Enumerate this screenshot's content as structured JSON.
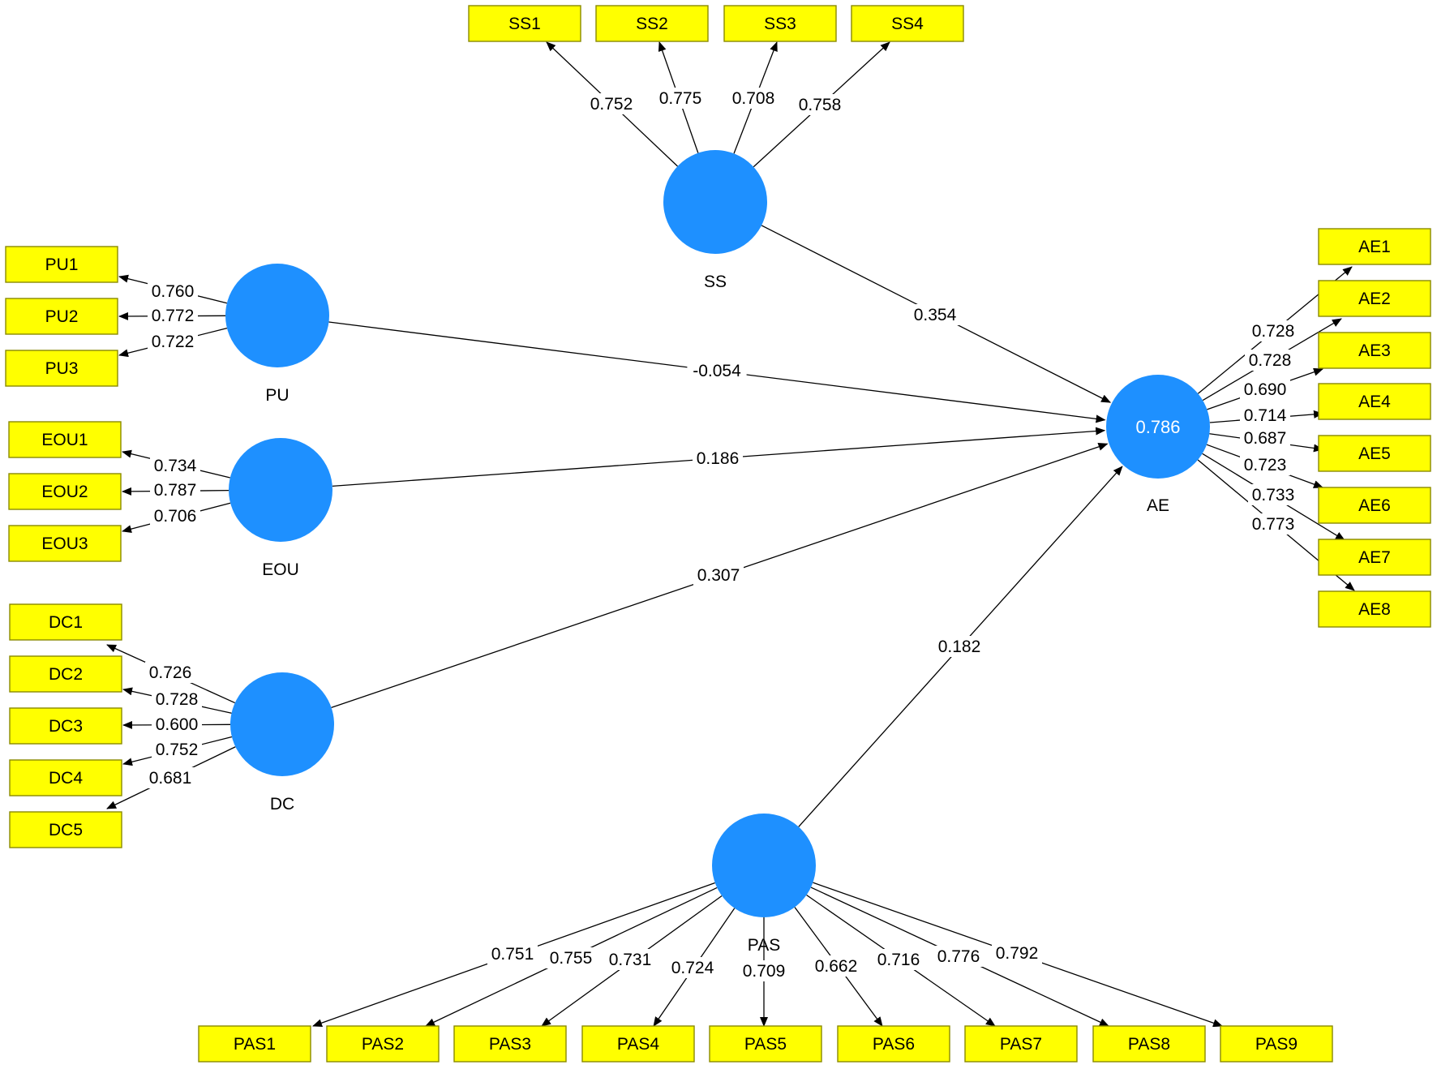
{
  "colors": {
    "construct_fill": "#1e90ff",
    "indicator_fill": "#ffff00",
    "indicator_border": "#8a8a00",
    "edge": "#000000"
  },
  "constructs": [
    {
      "id": "SS",
      "label": "SS",
      "value": ""
    },
    {
      "id": "PU",
      "label": "PU",
      "value": ""
    },
    {
      "id": "EOU",
      "label": "EOU",
      "value": ""
    },
    {
      "id": "DC",
      "label": "DC",
      "value": ""
    },
    {
      "id": "AE",
      "label": "AE",
      "value": "0.786"
    },
    {
      "id": "PAS",
      "label": "PAS",
      "value": ""
    }
  ],
  "indicators": [
    {
      "id": "SS1",
      "label": "SS1",
      "construct": "SS"
    },
    {
      "id": "SS2",
      "label": "SS2",
      "construct": "SS"
    },
    {
      "id": "SS3",
      "label": "SS3",
      "construct": "SS"
    },
    {
      "id": "SS4",
      "label": "SS4",
      "construct": "SS"
    },
    {
      "id": "PU1",
      "label": "PU1",
      "construct": "PU"
    },
    {
      "id": "PU2",
      "label": "PU2",
      "construct": "PU"
    },
    {
      "id": "PU3",
      "label": "PU3",
      "construct": "PU"
    },
    {
      "id": "EOU1",
      "label": "EOU1",
      "construct": "EOU"
    },
    {
      "id": "EOU2",
      "label": "EOU2",
      "construct": "EOU"
    },
    {
      "id": "EOU3",
      "label": "EOU3",
      "construct": "EOU"
    },
    {
      "id": "DC1",
      "label": "DC1",
      "construct": "DC"
    },
    {
      "id": "DC2",
      "label": "DC2",
      "construct": "DC"
    },
    {
      "id": "DC3",
      "label": "DC3",
      "construct": "DC"
    },
    {
      "id": "DC4",
      "label": "DC4",
      "construct": "DC"
    },
    {
      "id": "DC5",
      "label": "DC5",
      "construct": "DC"
    },
    {
      "id": "AE1",
      "label": "AE1",
      "construct": "AE"
    },
    {
      "id": "AE2",
      "label": "AE2",
      "construct": "AE"
    },
    {
      "id": "AE3",
      "label": "AE3",
      "construct": "AE"
    },
    {
      "id": "AE4",
      "label": "AE4",
      "construct": "AE"
    },
    {
      "id": "AE5",
      "label": "AE5",
      "construct": "AE"
    },
    {
      "id": "AE6",
      "label": "AE6",
      "construct": "AE"
    },
    {
      "id": "AE7",
      "label": "AE7",
      "construct": "AE"
    },
    {
      "id": "AE8",
      "label": "AE8",
      "construct": "AE"
    },
    {
      "id": "PAS1",
      "label": "PAS1",
      "construct": "PAS"
    },
    {
      "id": "PAS2",
      "label": "PAS2",
      "construct": "PAS"
    },
    {
      "id": "PAS3",
      "label": "PAS3",
      "construct": "PAS"
    },
    {
      "id": "PAS4",
      "label": "PAS4",
      "construct": "PAS"
    },
    {
      "id": "PAS5",
      "label": "PAS5",
      "construct": "PAS"
    },
    {
      "id": "PAS6",
      "label": "PAS6",
      "construct": "PAS"
    },
    {
      "id": "PAS7",
      "label": "PAS7",
      "construct": "PAS"
    },
    {
      "id": "PAS8",
      "label": "PAS8",
      "construct": "PAS"
    },
    {
      "id": "PAS9",
      "label": "PAS9",
      "construct": "PAS"
    }
  ],
  "loadings": [
    {
      "from": "SS",
      "to": "SS1",
      "value": "0.752"
    },
    {
      "from": "SS",
      "to": "SS2",
      "value": "0.775"
    },
    {
      "from": "SS",
      "to": "SS3",
      "value": "0.708"
    },
    {
      "from": "SS",
      "to": "SS4",
      "value": "0.758"
    },
    {
      "from": "PU",
      "to": "PU1",
      "value": "0.760"
    },
    {
      "from": "PU",
      "to": "PU2",
      "value": "0.772"
    },
    {
      "from": "PU",
      "to": "PU3",
      "value": "0.722"
    },
    {
      "from": "EOU",
      "to": "EOU1",
      "value": "0.734"
    },
    {
      "from": "EOU",
      "to": "EOU2",
      "value": "0.787"
    },
    {
      "from": "EOU",
      "to": "EOU3",
      "value": "0.706"
    },
    {
      "from": "DC",
      "to": "DC1",
      "value": "0.726"
    },
    {
      "from": "DC",
      "to": "DC2",
      "value": "0.728"
    },
    {
      "from": "DC",
      "to": "DC3",
      "value": "0.600"
    },
    {
      "from": "DC",
      "to": "DC4",
      "value": "0.752"
    },
    {
      "from": "DC",
      "to": "DC5",
      "value": "0.681"
    },
    {
      "from": "AE",
      "to": "AE1",
      "value": "0.728"
    },
    {
      "from": "AE",
      "to": "AE2",
      "value": "0.728"
    },
    {
      "from": "AE",
      "to": "AE3",
      "value": "0.690"
    },
    {
      "from": "AE",
      "to": "AE4",
      "value": "0.714"
    },
    {
      "from": "AE",
      "to": "AE5",
      "value": "0.687"
    },
    {
      "from": "AE",
      "to": "AE6",
      "value": "0.723"
    },
    {
      "from": "AE",
      "to": "AE7",
      "value": "0.733"
    },
    {
      "from": "AE",
      "to": "AE8",
      "value": "0.773"
    },
    {
      "from": "PAS",
      "to": "PAS1",
      "value": "0.751"
    },
    {
      "from": "PAS",
      "to": "PAS2",
      "value": "0.755"
    },
    {
      "from": "PAS",
      "to": "PAS3",
      "value": "0.731"
    },
    {
      "from": "PAS",
      "to": "PAS4",
      "value": "0.724"
    },
    {
      "from": "PAS",
      "to": "PAS5",
      "value": "0.709"
    },
    {
      "from": "PAS",
      "to": "PAS6",
      "value": "0.662"
    },
    {
      "from": "PAS",
      "to": "PAS7",
      "value": "0.716"
    },
    {
      "from": "PAS",
      "to": "PAS8",
      "value": "0.776"
    },
    {
      "from": "PAS",
      "to": "PAS9",
      "value": "0.792"
    }
  ],
  "paths": [
    {
      "from": "SS",
      "to": "AE",
      "value": "0.354"
    },
    {
      "from": "PU",
      "to": "AE",
      "value": "-0.054"
    },
    {
      "from": "EOU",
      "to": "AE",
      "value": "0.186"
    },
    {
      "from": "DC",
      "to": "AE",
      "value": "0.307"
    },
    {
      "from": "PAS",
      "to": "AE",
      "value": "0.182"
    }
  ]
}
